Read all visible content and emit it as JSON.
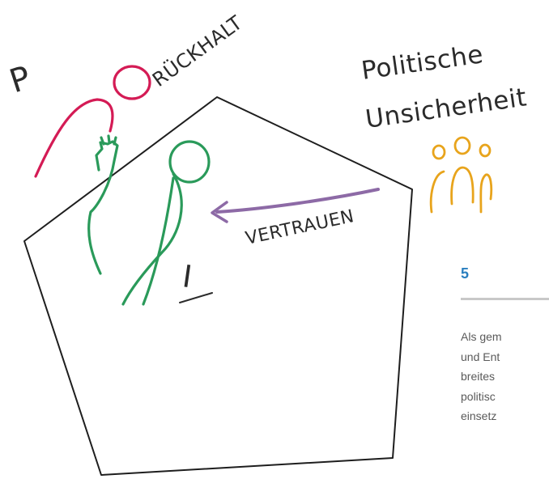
{
  "labels": {
    "p": "P",
    "rueckhalt": "RÜCKHALT",
    "politische_line1": "Politische",
    "politische_line2": "Unsicherheit",
    "vertrauen": "VERTRAUEN",
    "i": "I"
  },
  "side": {
    "number": "5",
    "lines": [
      "Als gem",
      "und Ent",
      "breites",
      "politisc",
      "einsetz"
    ]
  },
  "colors": {
    "pentagon": "#1e1e1e",
    "p_figure": "#d41b55",
    "i_figure": "#2a9a5a",
    "crowd": "#e8a41c",
    "arrow": "#8d6aa6",
    "accent": "#2a7fbf"
  }
}
